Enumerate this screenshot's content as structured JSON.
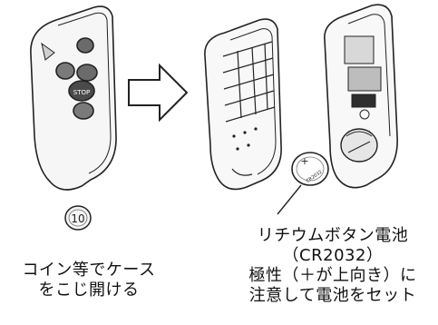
{
  "remote": {
    "buttons": [
      "",
      "",
      "STOP",
      ""
    ]
  },
  "coin": {
    "label": "10"
  },
  "battery": {
    "symbol": "+",
    "mark": "CR2032"
  },
  "caption_left": {
    "line1": "コイン等でケース",
    "line2": "をこじ開ける"
  },
  "caption_right": {
    "line1": "リチウムボタン電池",
    "line2": "（CR2032）",
    "line3": "極性（＋が上向き）に",
    "line4": "注意して電池をセット"
  }
}
